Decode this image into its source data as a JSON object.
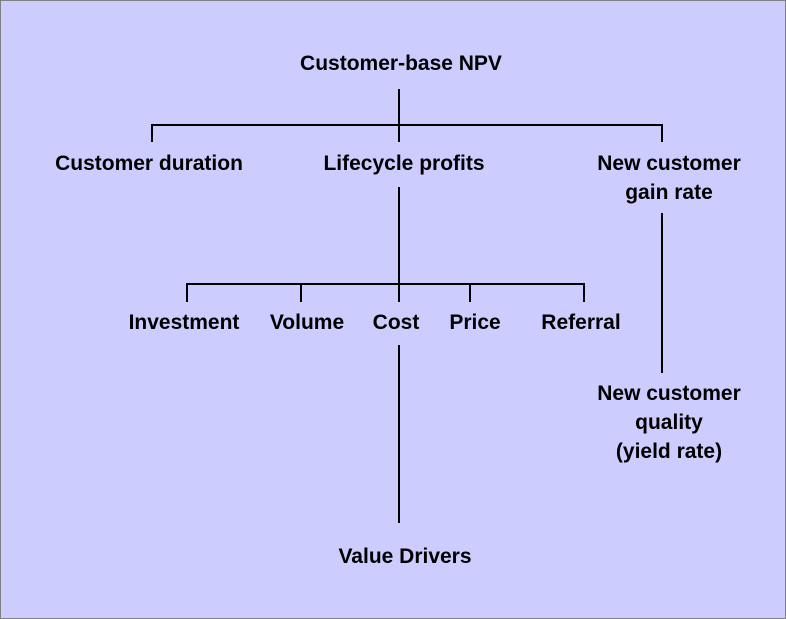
{
  "diagram": {
    "root": {
      "label": "Customer-base NPV"
    },
    "level1": {
      "customer_duration": "Customer duration",
      "lifecycle_profits": "Lifecycle profits",
      "new_customer_gain_rate": [
        "New customer",
        "gain rate"
      ]
    },
    "lifecycle_children": {
      "investment": "Investment",
      "volume": "Volume",
      "cost": "Cost",
      "price": "Price",
      "referral": "Referral"
    },
    "gain_rate_child": [
      "New customer",
      "quality",
      "(yield rate)"
    ],
    "cost_child": "Value Drivers"
  },
  "colors": {
    "background": "#ccccff",
    "line": "#000000",
    "text": "#000000"
  }
}
